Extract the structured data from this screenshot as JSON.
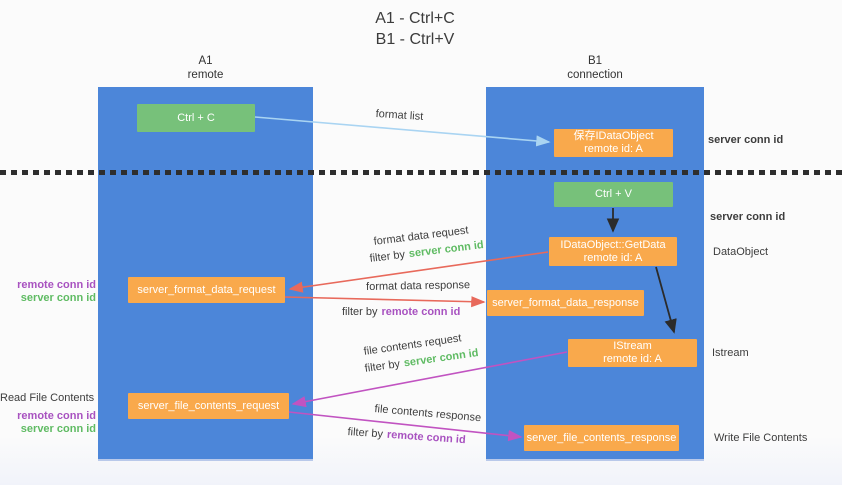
{
  "title": {
    "line1": "A1 - Ctrl+C",
    "line2": "B1 - Ctrl+V"
  },
  "columns": {
    "a": {
      "id": "A1",
      "name": "remote"
    },
    "b": {
      "id": "B1",
      "name": "connection"
    }
  },
  "nodes": {
    "ctrl_c": {
      "label": "Ctrl + C"
    },
    "ctrl_v": {
      "label": "Ctrl + V"
    },
    "save_dataobject": {
      "line1": "保存IDataObject",
      "line2": "remote id: A"
    },
    "getdata": {
      "line1": "IDataObject::GetData",
      "line2": "remote id: A"
    },
    "istream": {
      "line1": "IStream",
      "line2": "remote id: A"
    },
    "format_request": {
      "label": "server_format_data_request"
    },
    "format_response": {
      "label": "server_format_data_response"
    },
    "file_request": {
      "label": "server_file_contents_request"
    },
    "file_response": {
      "label": "server_file_contents_response"
    }
  },
  "edge_labels": {
    "format_list": "format list",
    "format_data_request": "format data request",
    "format_data_response": "format data response",
    "file_contents_request": "file contents request",
    "file_contents_response": "file contents response",
    "filter_by": "filter by",
    "server_conn_id": "server conn id",
    "remote_conn_id": "remote conn id"
  },
  "annotations": {
    "server_conn_id_clipboard": "server conn id",
    "server_conn_id_paste": "server conn id",
    "dataobject": "DataObject",
    "istream": "Istream",
    "write_file_contents": "Write File Contents",
    "read_file_contents": "Read File Contents",
    "remote_conn_id_format": "remote conn id",
    "server_conn_id_format": "server conn id",
    "remote_conn_id_file": "remote conn id",
    "server_conn_id_file": "server conn id"
  },
  "colors": {
    "column_blue": "#4c86d9",
    "box_green": "#77c17a",
    "box_orange": "#f9a94c",
    "arrow_blue": "#a9d4f2",
    "arrow_red": "#e8695b",
    "arrow_magenta": "#c153c1",
    "arrow_black": "#2b2b2b",
    "text_green": "#5fbb63",
    "text_purple": "#a852c0",
    "text_dark": "#3d3d3d",
    "divider": "#2e2e2e",
    "background": "#fbfbfb"
  }
}
